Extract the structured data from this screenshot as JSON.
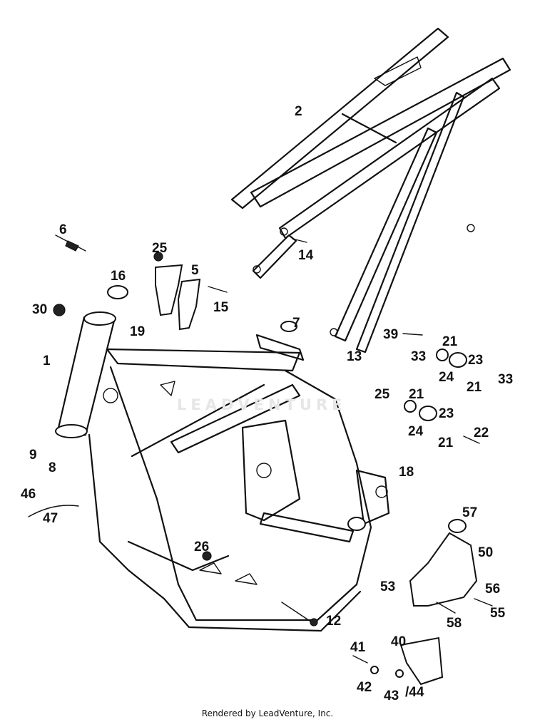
{
  "watermark": "LEADVENTURE",
  "credit": "Rendered by LeadVenture, Inc.",
  "callouts": [
    "1",
    "2",
    "5",
    "6",
    "7",
    "8",
    "9",
    "12",
    "13",
    "14",
    "15",
    "16",
    "18",
    "19",
    "21",
    "21",
    "21",
    "21",
    "22",
    "23",
    "23",
    "24",
    "24",
    "25",
    "25",
    "26",
    "30",
    "33",
    "33",
    "39",
    "40",
    "41",
    "42",
    "43",
    "/44",
    "46",
    "47",
    "50",
    "53",
    "55",
    "56",
    "57",
    "58"
  ]
}
